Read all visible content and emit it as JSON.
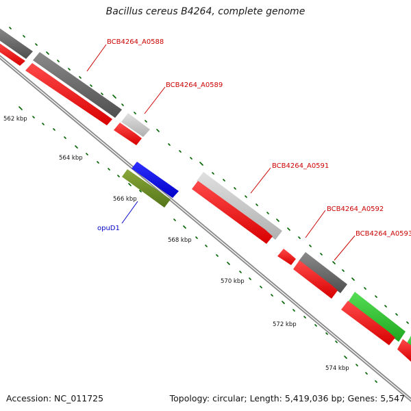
{
  "title": "Bacillus cereus B4264, complete genome",
  "footer": {
    "accession": "Accession: NC_011725",
    "summary": "Topology: circular; Length: 5,419,036 bp; Genes: 5,547"
  },
  "ticks": [
    "562 kbp",
    "564 kbp",
    "566 kbp",
    "568 kbp",
    "570 kbp",
    "572 kbp",
    "574 kbp"
  ],
  "gene_labels": {
    "a0588": "BCB4264_A0588",
    "a0589": "BCB4264_A0589",
    "a0591": "BCB4264_A0591",
    "a0592": "BCB4264_A0592",
    "a0593": "BCB4264_A0593",
    "opud1": "opuD1"
  },
  "colors": {
    "backbone": "#8a8a8a",
    "cds": "#ff0000",
    "gene_dark": "#666666",
    "gene_light": "#c8c8c8",
    "gene_blue": "#0000ff",
    "gene_olive": "#6b8e23",
    "gene_green": "#33cc33",
    "tick": "#006400",
    "label_red": "#cc0000",
    "label_blue": "#0000cc"
  }
}
